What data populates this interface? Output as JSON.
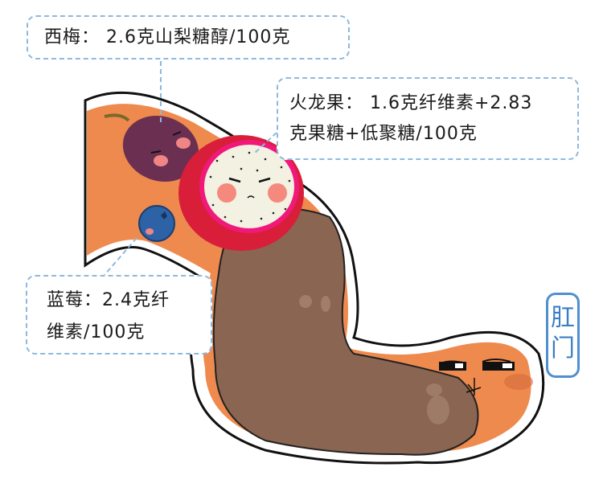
{
  "callouts": {
    "prune": {
      "text": "西梅： 2.6克山梨糖醇/100克"
    },
    "dragon_fruit": {
      "line1": "火龙果： 1.6克纤维素+2.83",
      "line2": "克果糖+低聚糖/100克"
    },
    "blueberry": {
      "line1": "蓝莓：2.4克纤",
      "line2": "维素/100克"
    }
  },
  "anus_label": {
    "char1": "肛",
    "char2": "门"
  },
  "illustration": {
    "elements": [
      "intestine",
      "prune-character",
      "dragon-fruit-character",
      "blueberry-character",
      "stool",
      "anus-character"
    ]
  },
  "colors": {
    "callout_border": "#8fb8de",
    "anus_label": "#4f8fd0",
    "intestine": "#ef8a4e",
    "stool": "#8a6551",
    "dragon_skin": "#e0264a",
    "dragon_flesh": "#f4f2e6",
    "prune": "#6b2f52",
    "blueberry": "#2d62a6"
  }
}
